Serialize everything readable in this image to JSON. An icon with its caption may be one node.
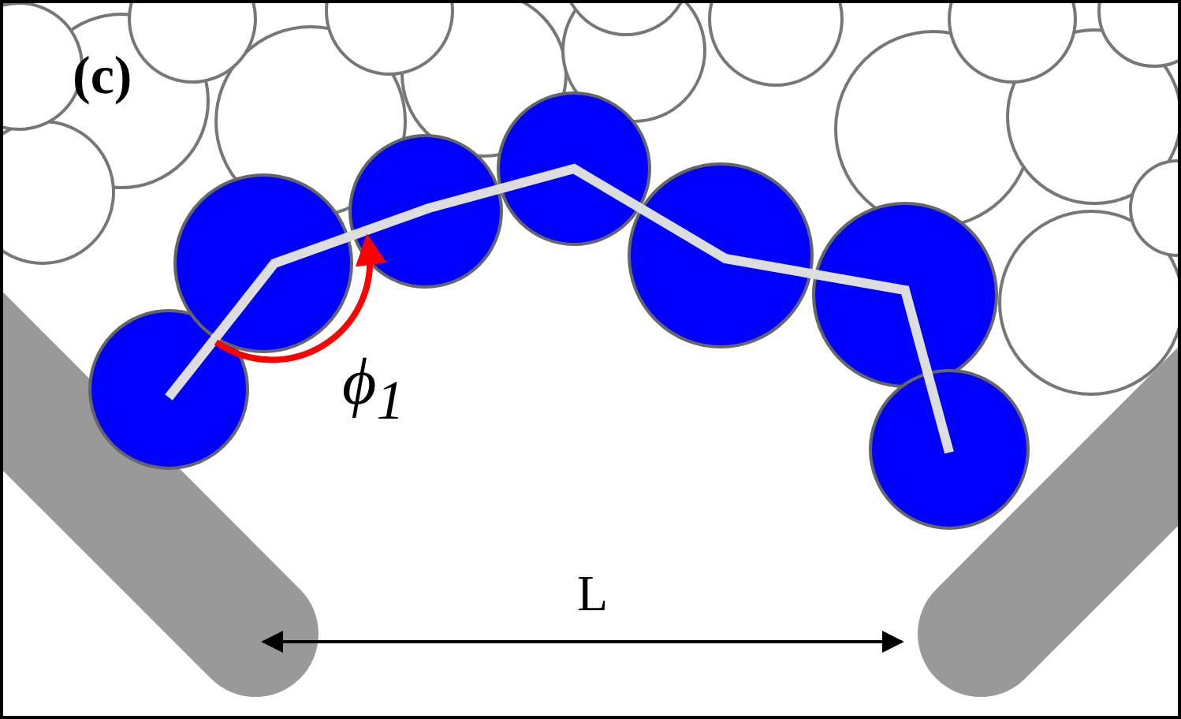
{
  "diagram": {
    "labels": [
      "(c)",
      "ϕ$_{1}$",
      "L"
    ]
  }
}
